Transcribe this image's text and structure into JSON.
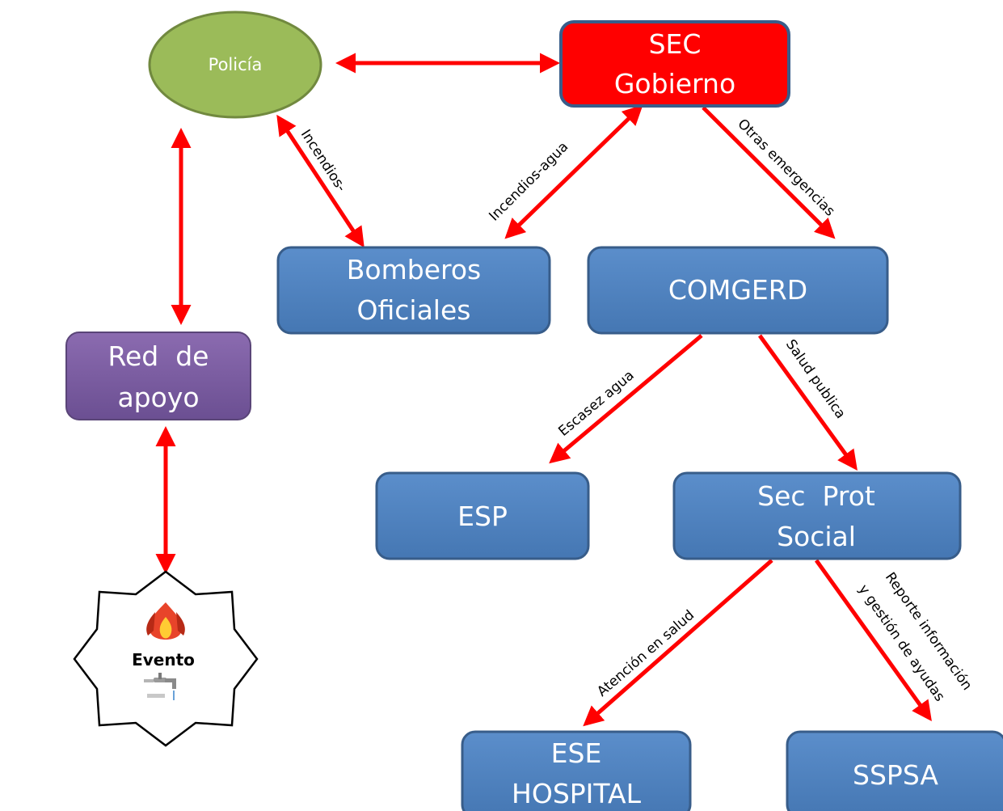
{
  "nodes": {
    "policia": {
      "label": "Policía",
      "color": "#9bbb59"
    },
    "sec_gobierno": {
      "line1": "SEC",
      "line2": "Gobierno",
      "color": "#ff0000"
    },
    "bomberos": {
      "line1": "Bomberos",
      "line2": "Oficiales",
      "color": "#4f81bd"
    },
    "comgerd": {
      "label": "COMGERD",
      "color": "#4f81bd"
    },
    "red_apoyo": {
      "line1": "Red  de",
      "line2": "apoyo",
      "color": "#8064a2"
    },
    "esp": {
      "label": "ESP",
      "color": "#4f81bd"
    },
    "sec_prot_social": {
      "line1": "Sec  Prot",
      "line2": "Social",
      "color": "#4f81bd"
    },
    "ese_hospital": {
      "line1": "ESE",
      "line2": "HOSPITAL",
      "color": "#4f81bd"
    },
    "sspsa": {
      "label": "SSPSA",
      "color": "#4f81bd"
    },
    "evento": {
      "label": "Evento",
      "icons": [
        "fire-icon",
        "faucet-icon"
      ]
    }
  },
  "edges": {
    "incendios": "Incendios-",
    "incendios_agua": "Incendios-agua",
    "otras_emergencias": "Otras emergencias",
    "escasez_agua": "Escasez agua",
    "salud_publica": "Salud publica",
    "atencion_salud": "Atención en salud",
    "reporte_line1": "Reporte información",
    "reporte_line2": "y gestión  de ayudas"
  },
  "colors": {
    "edge": "#ff0000",
    "node_border": "#2c4d75"
  }
}
